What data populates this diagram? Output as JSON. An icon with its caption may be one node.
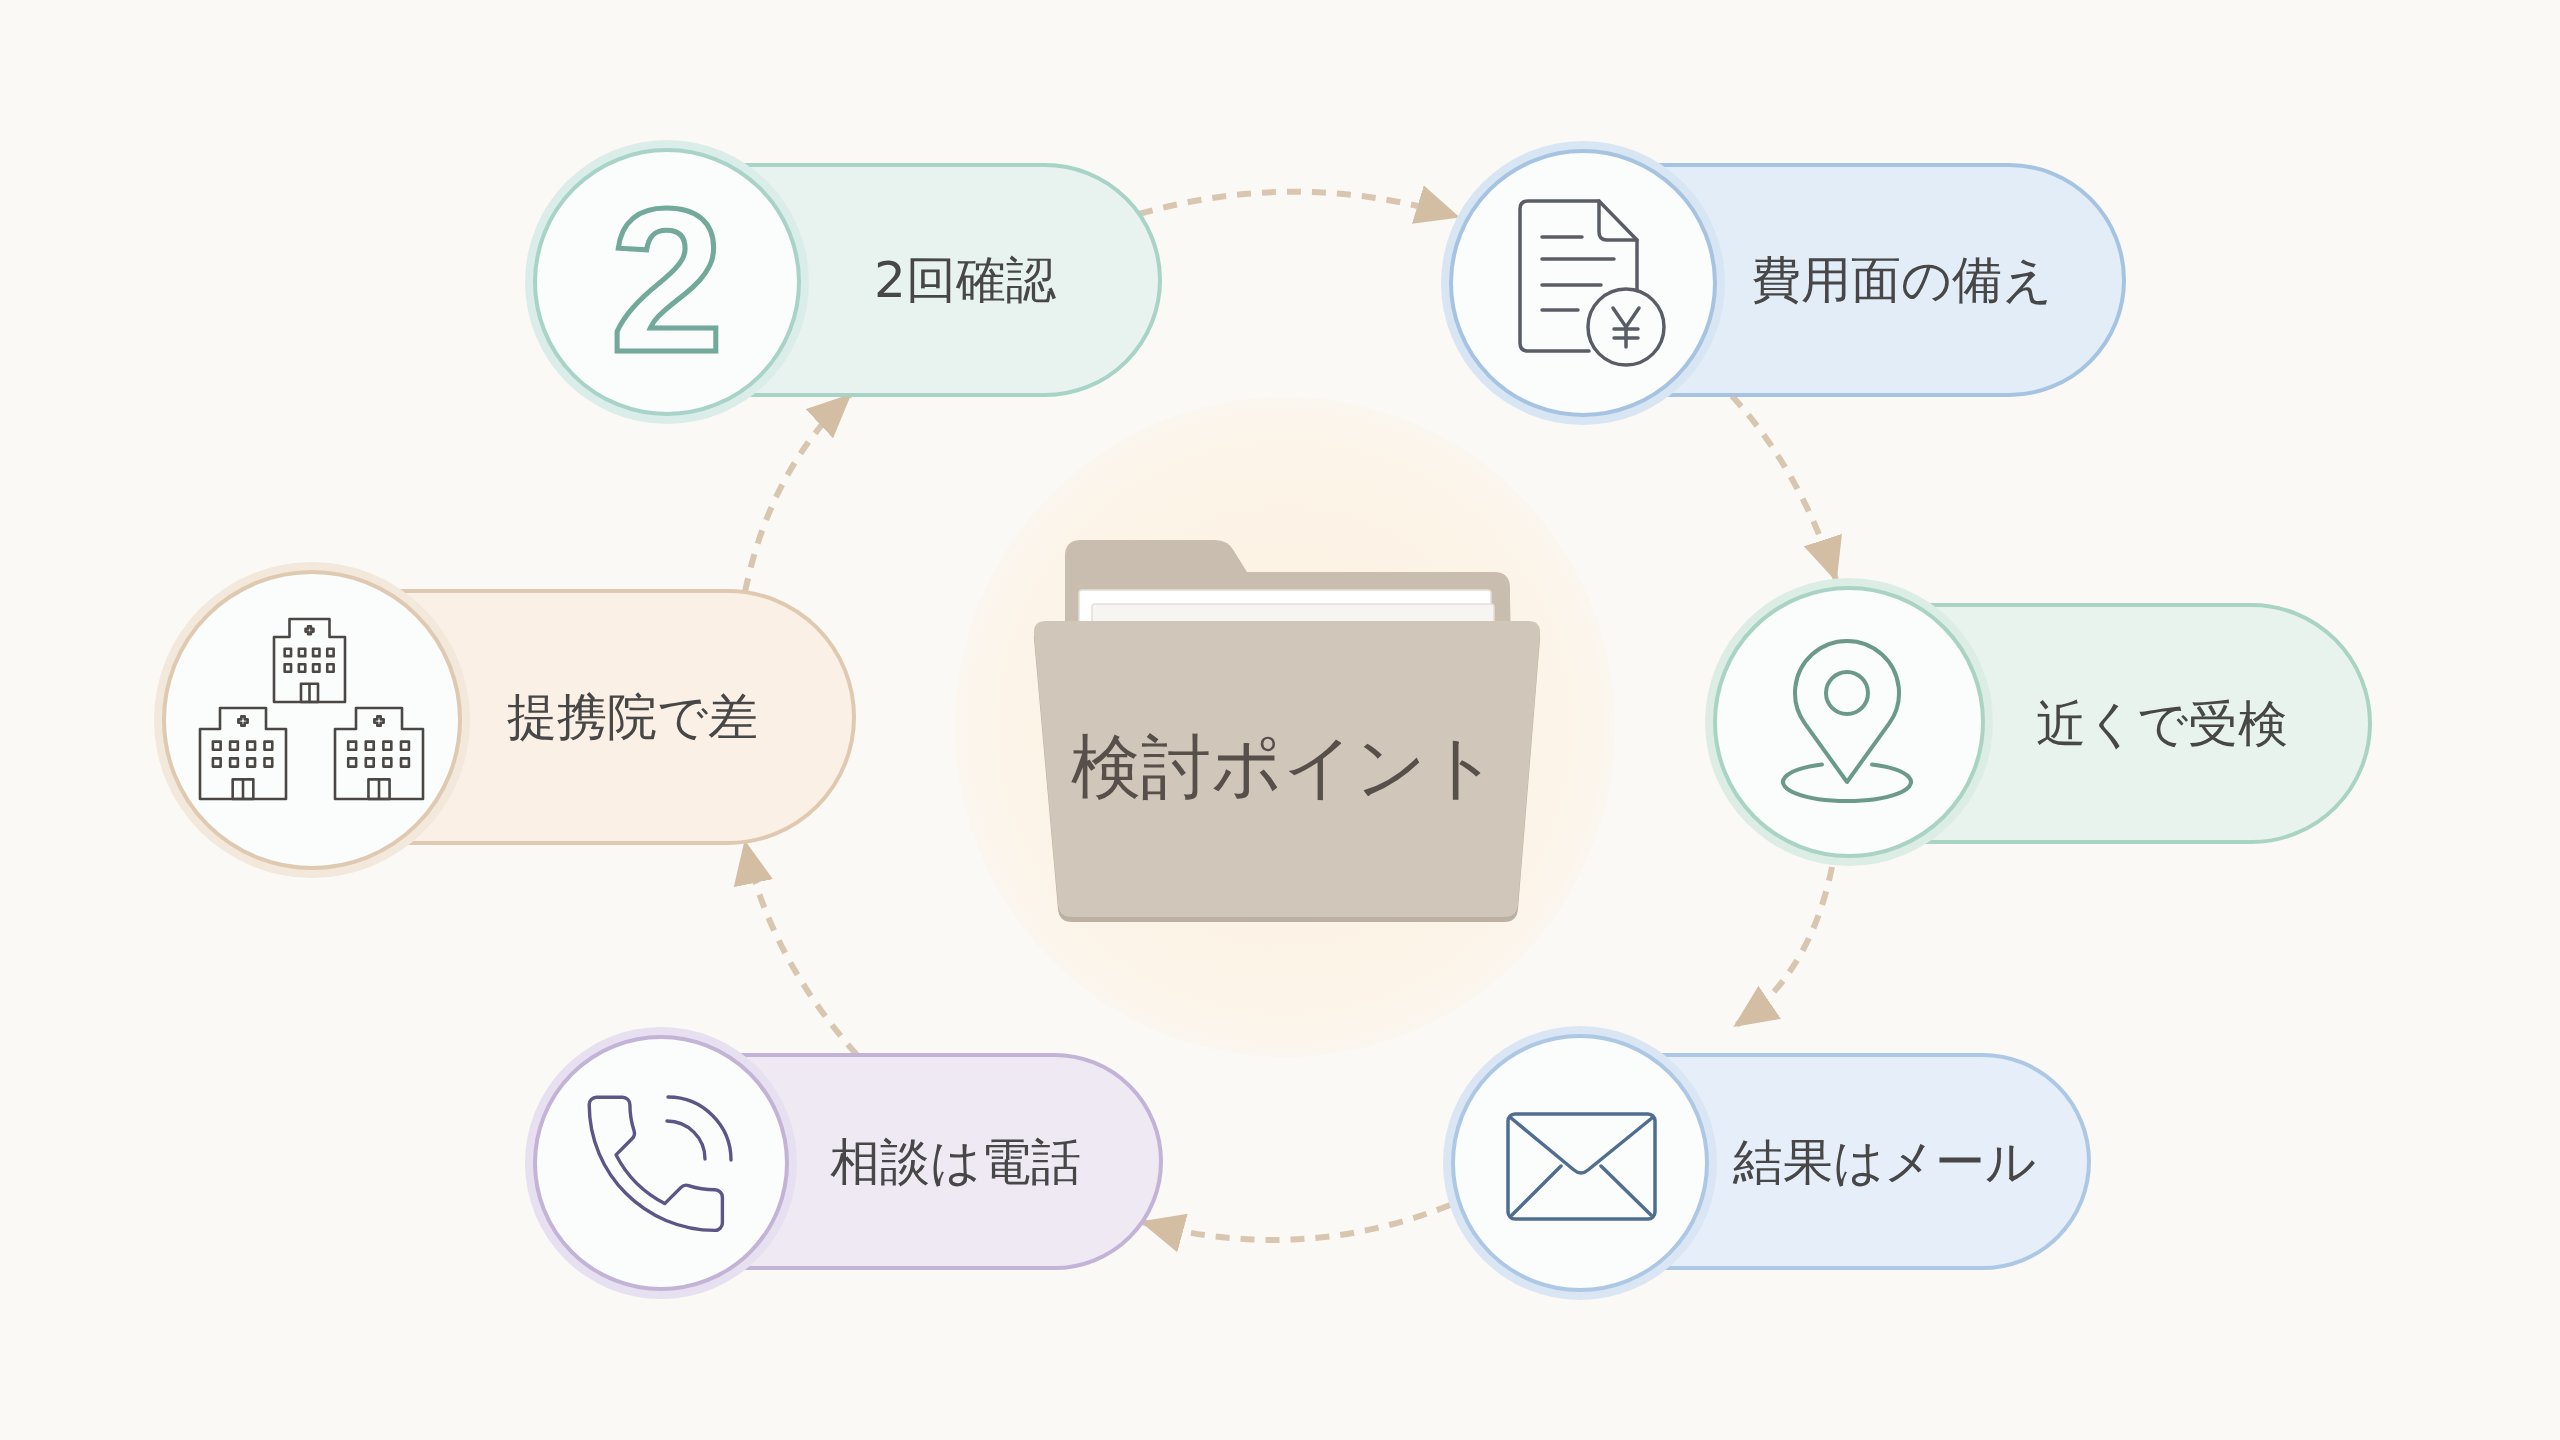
{
  "diagram": {
    "nodes": [
      {
        "text": [
          "検討ポイント"
        ]
      },
      {
        "text": [
          "2",
          "2回確認"
        ]
      },
      {
        "text": [
          "費用面の備え"
        ]
      },
      {
        "text": [
          "近くで受検"
        ]
      },
      {
        "text": [
          "結果はメール"
        ]
      },
      {
        "text": [
          "相談は電話"
        ]
      },
      {
        "text": [
          "提携院で差"
        ]
      }
    ],
    "edges": [
      {
        "from": 1,
        "to": 2,
        "arrow": "to",
        "style": "dashed"
      },
      {
        "from": 2,
        "to": 3,
        "arrow": "to",
        "style": "dashed"
      },
      {
        "from": 3,
        "to": 4,
        "arrow": "to",
        "style": "dashed"
      },
      {
        "from": 4,
        "to": 5,
        "arrow": "to",
        "style": "dashed"
      },
      {
        "from": 5,
        "to": 6,
        "arrow": "to",
        "style": "dashed"
      },
      {
        "from": 6,
        "to": 1,
        "arrow": "to",
        "style": "dashed"
      }
    ]
  }
}
